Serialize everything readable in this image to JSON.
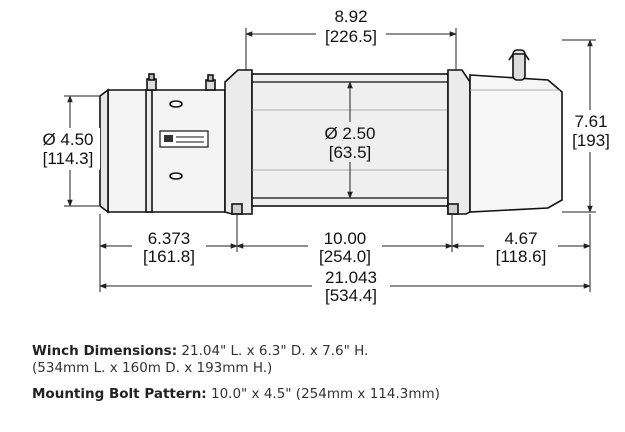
{
  "diagram": {
    "dims": {
      "drum_width_in": "8.92",
      "drum_width_mm": "[226.5]",
      "motor_dia_in": "Ø 4.50",
      "motor_dia_mm": "[114.3]",
      "drum_dia_in": "Ø 2.50",
      "drum_dia_mm": "[63.5]",
      "height_in": "7.61",
      "height_mm": "[193]",
      "left_in": "6.373",
      "left_mm": "[161.8]",
      "center_in": "10.00",
      "center_mm": "[254.0]",
      "right_in": "4.67",
      "right_mm": "[118.6]",
      "overall_in": "21.043",
      "overall_mm": "[534.4]"
    }
  },
  "specs": {
    "winch_label": "Winch Dimensions:",
    "winch_value": " 21.04\" L. x 6.3\" D. x 7.6\" H.",
    "winch_metric": "(534mm L. x 160m D. x 193mm H.)",
    "bolt_label": "Mounting Bolt Pattern:",
    "bolt_value": " 10.0\" x 4.5\" (254mm x 114.3mm)"
  }
}
